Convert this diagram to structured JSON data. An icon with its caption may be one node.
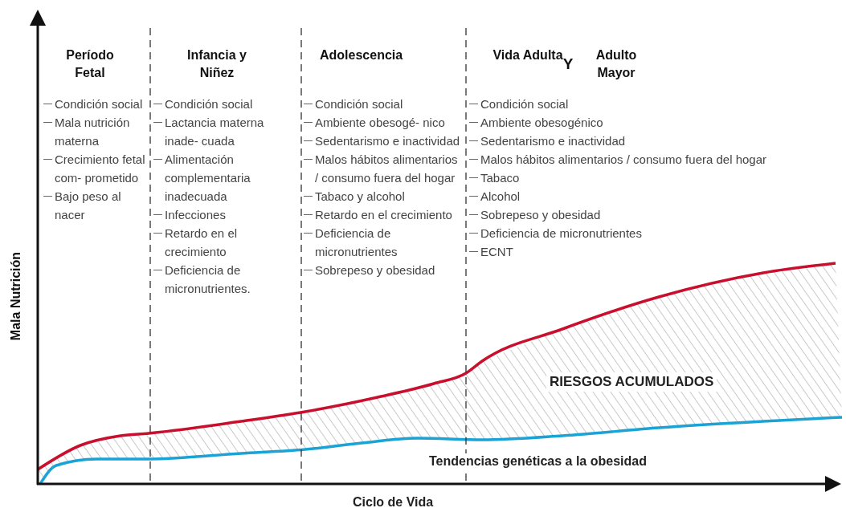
{
  "diagram": {
    "labels": [
      "Período Fetal",
      "Infancia y Niñez",
      "Adolescencia",
      "Vida Adulta",
      "Y",
      "Adulto Mayor",
      "Condición social",
      "Mala nutrición materna",
      "Crecimiento fetal com- prometido",
      "Bajo peso al nacer",
      "Condición social",
      "Lactancia materna inade- cuada",
      "Alimentación complementaria inadecuada",
      "Infecciones",
      "Retardo en el crecimiento",
      "Deficiencia de micronutrientes.",
      "Condición social",
      "Ambiente obesogé- nico",
      "Sedentarismo e inactividad",
      "Malos hábitos alimentarios / consumo fuera del hogar",
      "Tabaco y alcohol",
      "Retardo en el crecimiento",
      "Deficiencia de micronutrientes",
      "Sobrepeso y obesidad",
      "Condición social",
      "Ambiente obesogénico",
      "Sedentarismo e inactividad",
      "Malos hábitos alimentarios / consumo fuera del hogar",
      "Tabaco",
      "Alcohol",
      "Sobrepeso y obesidad",
      "Deficiencia de micronutrientes",
      "ECNT",
      "Mala Nutrición",
      "RIESGOS ACUMULADOS",
      "Tendencias genéticas a la obesidad",
      "Ciclo de Vida"
    ]
  }
}
